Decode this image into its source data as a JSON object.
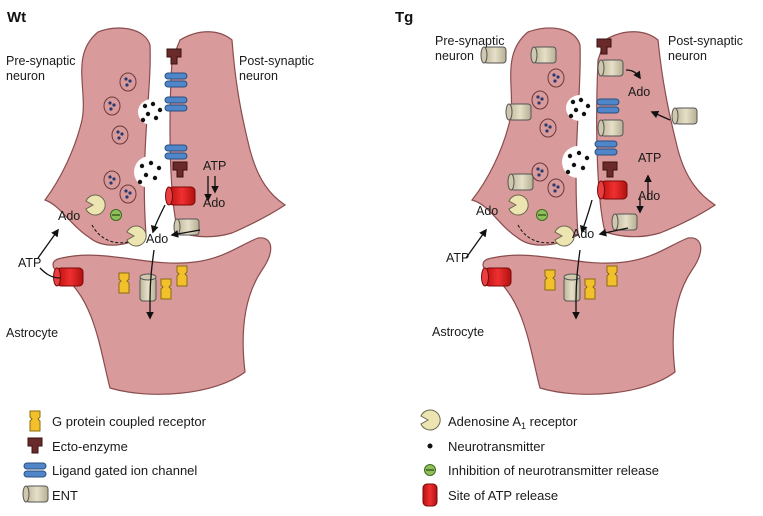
{
  "panels": [
    {
      "title": "Wt",
      "labels": {
        "presynaptic": [
          "Pre-synaptic",
          "neuron"
        ],
        "postsynaptic": [
          "Post-synaptic",
          "neuron"
        ],
        "astrocyte": "Astrocyte",
        "atp_post": "ATP",
        "ado_post": "Ado",
        "ado_left": "Ado",
        "ado_cleft": "Ado",
        "atp_astro": "ATP"
      }
    },
    {
      "title": "Tg",
      "labels": {
        "presynaptic": [
          "Pre-synaptic",
          "neuron"
        ],
        "postsynaptic": [
          "Post-synaptic",
          "neuron"
        ],
        "astrocyte": "Astrocyte",
        "ado_top": "Ado",
        "atp_post": "ATP",
        "ado_post": "Ado",
        "ado_left": "Ado",
        "ado_cleft": "Ado",
        "atp_astro": "ATP"
      }
    }
  ],
  "legend_left": [
    {
      "label": "G protein coupled receptor",
      "icon": "gpcr-icon"
    },
    {
      "label": "Ecto-enzyme",
      "icon": "ecto-enzyme-icon"
    },
    {
      "label": "Ligand gated ion channel",
      "icon": "ion-channel-icon"
    },
    {
      "label": "ENT",
      "icon": "ent-icon"
    }
  ],
  "legend_right": [
    {
      "label": "Adenosine A",
      "sub": "1",
      "label_after": " receptor",
      "icon": "a1-receptor-icon"
    },
    {
      "label": "Neurotransmitter",
      "icon": "neurotransmitter-dot-icon"
    },
    {
      "label": "Inhibition of neurotransmitter release",
      "icon": "inhibition-icon"
    },
    {
      "label": "Site of ATP release",
      "icon": "atp-release-site-icon"
    }
  ],
  "colors": {
    "cell_fill": "#d89a9a",
    "cell_stroke": "#8a4c4c",
    "ent": "#d8d2b8",
    "gpcr": "#f2c02a",
    "ecto": "#6a2a2a",
    "ion_channel": "#4f86c9",
    "atp_site": "#e02020",
    "a1_receptor": "#ece5b2",
    "inhibition": "#8fbf5a"
  }
}
